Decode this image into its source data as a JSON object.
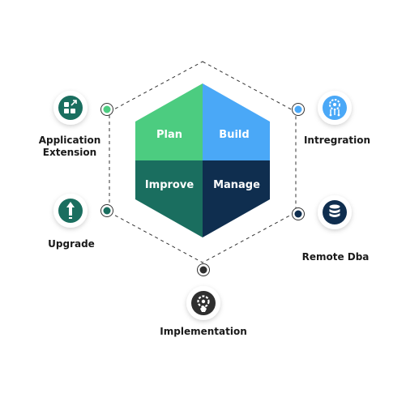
{
  "quadrants": {
    "plan": {
      "label": "Plan",
      "color": "#4ccc80"
    },
    "build": {
      "label": "Build",
      "color": "#4aa8f7"
    },
    "improve": {
      "label": "Improve",
      "color": "#1a6e5f"
    },
    "manage": {
      "label": "Manage",
      "color": "#0f2e4f"
    }
  },
  "services": {
    "application_extension": {
      "line1": "Application",
      "line2": "Extension",
      "icon": "grid-icon",
      "color": "#1a6e5f"
    },
    "upgrade": {
      "label": "Upgrade",
      "icon": "arrow-up-icon",
      "color": "#1a6e5f"
    },
    "implementation": {
      "label": "Implementation",
      "icon": "gear-icon",
      "color": "#2f2f2f"
    },
    "intregration": {
      "label": "Intregration",
      "icon": "integration-icon",
      "color": "#4aa8f7"
    },
    "remote_dba": {
      "label": "Remote Dba",
      "icon": "database-icon",
      "color": "#0f2e4f"
    }
  }
}
